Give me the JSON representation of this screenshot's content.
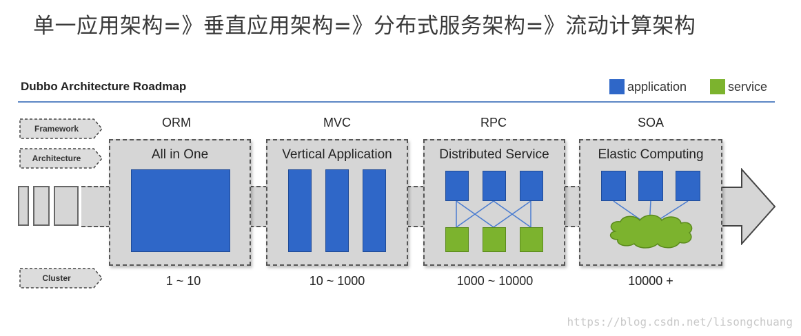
{
  "page_title": "单一应用架构=》垂直应用架构=》分布式服务架构=》流动计算架构",
  "diagram": {
    "title": "Dubbo Architecture Roadmap",
    "legend": [
      {
        "label": "application",
        "color": "#2f67c8"
      },
      {
        "label": "service",
        "color": "#7cb32e"
      }
    ],
    "side_tags": [
      "Framework",
      "Architecture",
      "Cluster"
    ],
    "stages": [
      {
        "framework": "ORM",
        "name": "All in One",
        "cluster": "1 ~ 10"
      },
      {
        "framework": "MVC",
        "name": "Vertical Application",
        "cluster": "10 ~ 1000"
      },
      {
        "framework": "RPC",
        "name": "Distributed Service",
        "cluster": "1000 ~ 10000"
      },
      {
        "framework": "SOA",
        "name": "Elastic Computing",
        "cluster": "10000 +"
      }
    ]
  },
  "watermark": "https://blog.csdn.net/lisongchuang"
}
